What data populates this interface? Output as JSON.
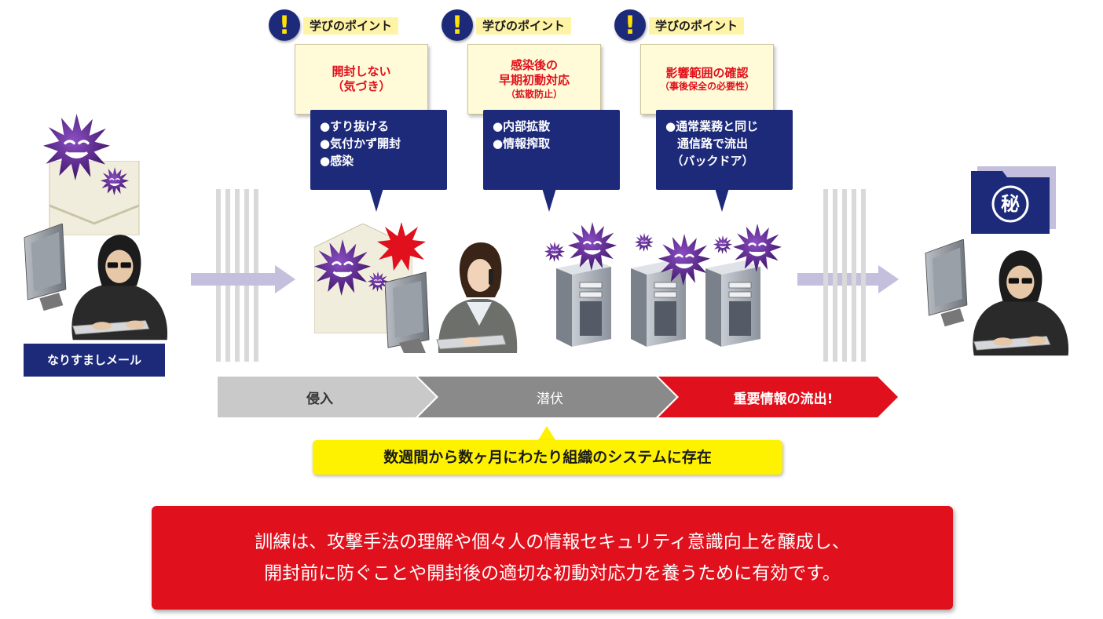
{
  "colors": {
    "navy": "#1d2a7a",
    "red": "#e0101c",
    "yellow": "#fff200",
    "pale_yellow": "#fffbd8",
    "arrow_lavender": "#c3bfdc",
    "phase_light": "#c9c9c9",
    "phase_dark": "#8a8a8a",
    "virus_purple": "#5b2a86"
  },
  "icons": [
    "virus-icon",
    "envelope-icon",
    "hacker-icon",
    "computer-icon",
    "office-worker-icon",
    "server-icon",
    "folder-icon",
    "exclamation-icon"
  ],
  "points": [
    {
      "header": "学びのポイント",
      "box_lines": [
        "開封しない",
        "（気づき）"
      ],
      "bubble_lines": [
        "●すり抜ける",
        "●気付かず開封",
        "●感染"
      ]
    },
    {
      "header": "学びのポイント",
      "box_lines": [
        "感染後の",
        "早期初動対応"
      ],
      "box_small": "（拡散防止）",
      "bubble_lines": [
        "●内部拡散",
        "●情報搾取"
      ]
    },
    {
      "header": "学びのポイント",
      "box_lines": [
        "影響範囲の確認"
      ],
      "box_small": "（事後保全の必要性）",
      "bubble_lines": [
        "●通常業務と同じ",
        "　通信路で流出",
        "　（バックドア）"
      ]
    }
  ],
  "mail_label": "なりすましメール",
  "folder_label": "秘",
  "exclamation": "!",
  "phases": [
    "侵入",
    "潜伏",
    "重要情報の流出!"
  ],
  "persistence_callout": "数週間から数ヶ月にわたり組織のシステムに存在",
  "footer_lines": [
    "訓練は、攻撃手法の理解や個々人の情報セキュリティ意識向上を醸成し、",
    "開封前に防ぐことや開封後の適切な初動対応力を養うために有効です。"
  ]
}
